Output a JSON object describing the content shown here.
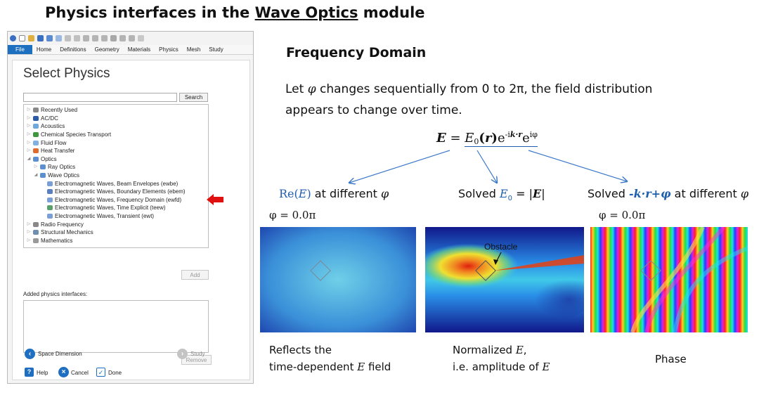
{
  "slide": {
    "title_prefix": "Physics interfaces in the ",
    "title_link": "Wave Optics",
    "title_suffix": " module"
  },
  "comsol": {
    "ribbon_tabs": [
      "File",
      "Home",
      "Definitions",
      "Geometry",
      "Materials",
      "Physics",
      "Mesh",
      "Study"
    ],
    "panel_title": "Select Physics",
    "search_value": "",
    "search_button": "Search",
    "tree": [
      {
        "label": "Recently Used",
        "level": 0,
        "arrow": "▷",
        "icon": "clock-icon",
        "color": "#888888"
      },
      {
        "label": "AC/DC",
        "level": 0,
        "arrow": "▷",
        "icon": "acdc-icon",
        "color": "#2a5caa"
      },
      {
        "label": "Acoustics",
        "level": 0,
        "arrow": "▷",
        "icon": "acoustics-icon",
        "color": "#6fa8dc"
      },
      {
        "label": "Chemical Species Transport",
        "level": 0,
        "arrow": "▷",
        "icon": "chemical-icon",
        "color": "#3c9a3c"
      },
      {
        "label": "Fluid Flow",
        "level": 0,
        "arrow": "▷",
        "icon": "fluid-icon",
        "color": "#7fb2e0"
      },
      {
        "label": "Heat Transfer",
        "level": 0,
        "arrow": "▷",
        "icon": "heat-icon",
        "color": "#e06b2c"
      },
      {
        "label": "Optics",
        "level": 0,
        "arrow": "◢",
        "icon": "optics-icon",
        "color": "#5a8fd0"
      },
      {
        "label": "Ray Optics",
        "level": 1,
        "arrow": "▷",
        "icon": "ray-optics-icon",
        "color": "#5a8fd0"
      },
      {
        "label": "Wave Optics",
        "level": 1,
        "arrow": "◢",
        "icon": "wave-optics-icon",
        "color": "#5a8fd0"
      },
      {
        "label": "Electromagnetic Waves, Beam Envelopes (ewbe)",
        "level": 2,
        "arrow": "",
        "icon": "beam-envelopes-icon",
        "color": "#7a9fd6"
      },
      {
        "label": "Electromagnetic Waves, Boundary Elements (ebem)",
        "level": 2,
        "arrow": "",
        "icon": "boundary-elements-icon",
        "color": "#5a7fc0"
      },
      {
        "label": "Electromagnetic Waves, Frequency Domain (ewfd)",
        "level": 2,
        "arrow": "",
        "icon": "frequency-domain-icon",
        "color": "#7a9fd6"
      },
      {
        "label": "Electromagnetic Waves, Time Explicit (teew)",
        "level": 2,
        "arrow": "",
        "icon": "time-explicit-icon",
        "color": "#5aa06a"
      },
      {
        "label": "Electromagnetic Waves, Transient (ewt)",
        "level": 2,
        "arrow": "",
        "icon": "transient-icon",
        "color": "#7a9fd6"
      },
      {
        "label": "Radio Frequency",
        "level": 0,
        "arrow": "▷",
        "icon": "radio-frequency-icon",
        "color": "#888888"
      },
      {
        "label": "Structural Mechanics",
        "level": 0,
        "arrow": "▷",
        "icon": "structural-icon",
        "color": "#6f8fb0"
      },
      {
        "label": "Mathematics",
        "level": 0,
        "arrow": "▷",
        "icon": "math-icon",
        "color": "#999999"
      }
    ],
    "add_button": "Add",
    "added_label": "Added physics interfaces:",
    "remove_button": "Remove",
    "space_dimension": "Space Dimension",
    "study": "Study",
    "help": "Help",
    "cancel": "Cancel",
    "done": "Done",
    "colors": {
      "file_tab": "#1d6fbf",
      "nav_blue": "#1e6fc1",
      "red_arrow": "#e01010"
    }
  },
  "content": {
    "heading": "Frequency Domain",
    "desc_line1_a": "Let ",
    "desc_phi": "φ",
    "desc_line1_b": " changes sequentially from 0 to 2π, the field distribution",
    "desc_line2": "appears to change over time.",
    "formula": {
      "lhs": "E",
      "eq": " = ",
      "e0": "E",
      "e0_sub": "0",
      "r_open": "(",
      "r": "r",
      "r_close": ")",
      "exp1": "e",
      "exp1_sup": "-i",
      "exp1_k": "k·r",
      "exp2": "e",
      "exp2_sup": "iφ"
    },
    "labels": {
      "left_re": "Re(",
      "left_E": "E",
      "left_close": ")",
      "left_rest": " at different ",
      "left_phi": "φ",
      "mid_solved": "Solved ",
      "mid_E0": "E",
      "mid_sub": "0",
      "mid_eq": " = |",
      "mid_E": "E",
      "mid_bar": "|",
      "right_solved": "Solved ",
      "right_expr": "-k·r+φ",
      "right_rest": " at different ",
      "right_phi": "φ"
    },
    "phi_left": "φ = 0.0π",
    "phi_right": "φ = 0.0π",
    "obstacle": "Obstacle",
    "captions": {
      "left_l1": "Reflects the",
      "left_l2a": "time-dependent ",
      "left_l2E": "E",
      "left_l2b": " field",
      "mid_l1a": "Normalized ",
      "mid_l1E": "E",
      "mid_l1b": ",",
      "mid_l2a": "i.e. amplitude of ",
      "mid_l2E": "E",
      "right": "Phase"
    },
    "colors": {
      "arrow_blue": "#3a78c8",
      "formula_blue": "#1f5fb0"
    }
  }
}
